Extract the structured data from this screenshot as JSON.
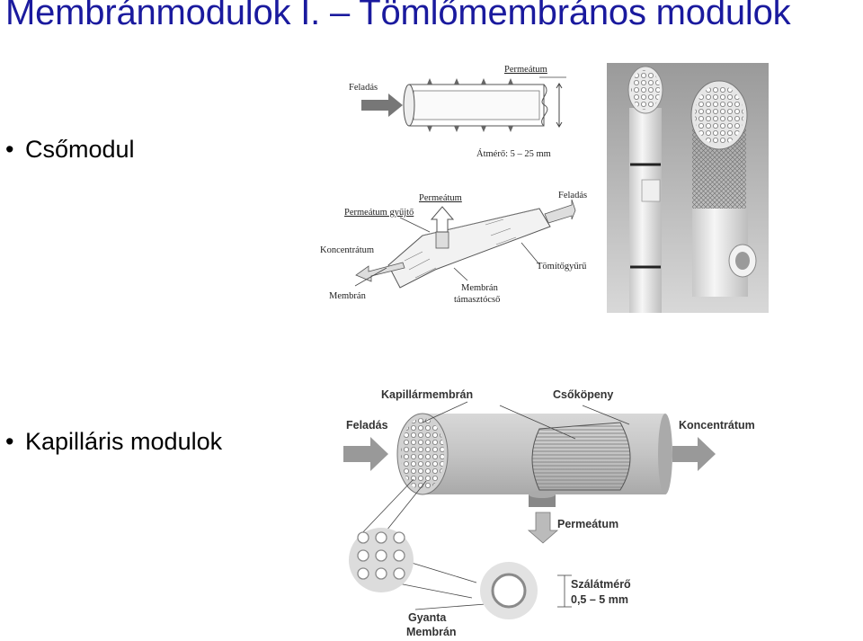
{
  "slide": {
    "title": "Membránmodulok I. – Tömlőmembrános modulok",
    "bullets": [
      "Csőmodul",
      "Kapilláris modulok"
    ]
  },
  "tube_figure": {
    "labels": {
      "feed": "Feladás",
      "permeate_top": "Permeátum",
      "diameter": "Átmérő: 5 – 25 mm",
      "permeate_mid": "Permeátum",
      "permeate_collector": "Permeátum gyűjtő",
      "feed_right": "Feladás",
      "concentrate": "Koncentrátum",
      "seal_ring": "Tömítőgyűrű",
      "membrane": "Membrán",
      "support_tube": [
        "Membrán",
        "támasztócső"
      ]
    }
  },
  "capillary_figure": {
    "labels": {
      "capillary_membrane": "Kapillármembrán",
      "shell": "Csőköpeny",
      "feed": "Feladás",
      "concentrate": "Koncentrátum",
      "permeate": "Permeátum",
      "fiber_diameter": [
        "Szálátmérő",
        "0,5 – 5 mm"
      ],
      "resin_membrane": [
        "Gyanta",
        "Membrán"
      ]
    }
  },
  "colors": {
    "title": "#1a1a9e"
  }
}
